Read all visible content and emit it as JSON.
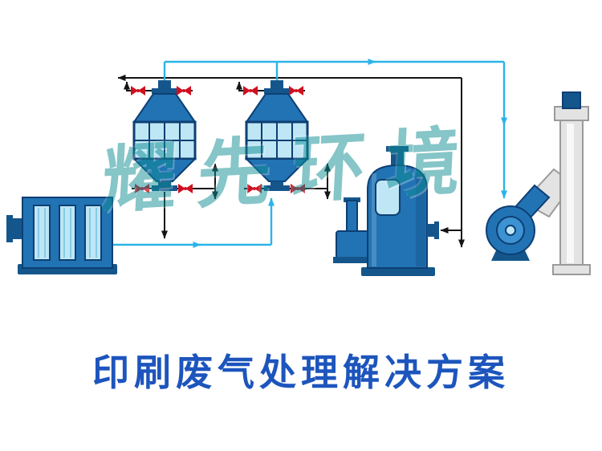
{
  "page": {
    "background": "#ffffff"
  },
  "title": {
    "text": "印刷废气处理解决方案"
  },
  "watermark": {
    "text": "耀先环境"
  },
  "colors": {
    "title_color": "#1d55bd",
    "watermark_color": "#0f8d93",
    "equipment_blue": "#2173b4",
    "equipment_mid": "#3c92d2",
    "equipment_dark": "#0d3f73",
    "pipe_dark": "#14568c",
    "panel_light": "#bfe6f5",
    "panel_line": "#86cbe4",
    "valve_red": "#cf1020",
    "flow_black": "#141414",
    "flow_cyan": "#2ab4e8",
    "stack_gray": "#e3e3e3",
    "stack_edge": "#9a9a9a"
  },
  "components": {
    "carbon_box": "activated-carbon-adsorption-box",
    "filter_unit_1": "bag-filter-unit-1",
    "filter_unit_2": "bag-filter-unit-2",
    "spray_tower": "spray-scrubber-tower",
    "fan": "centrifugal-fan",
    "stack": "exhaust-chimney"
  }
}
